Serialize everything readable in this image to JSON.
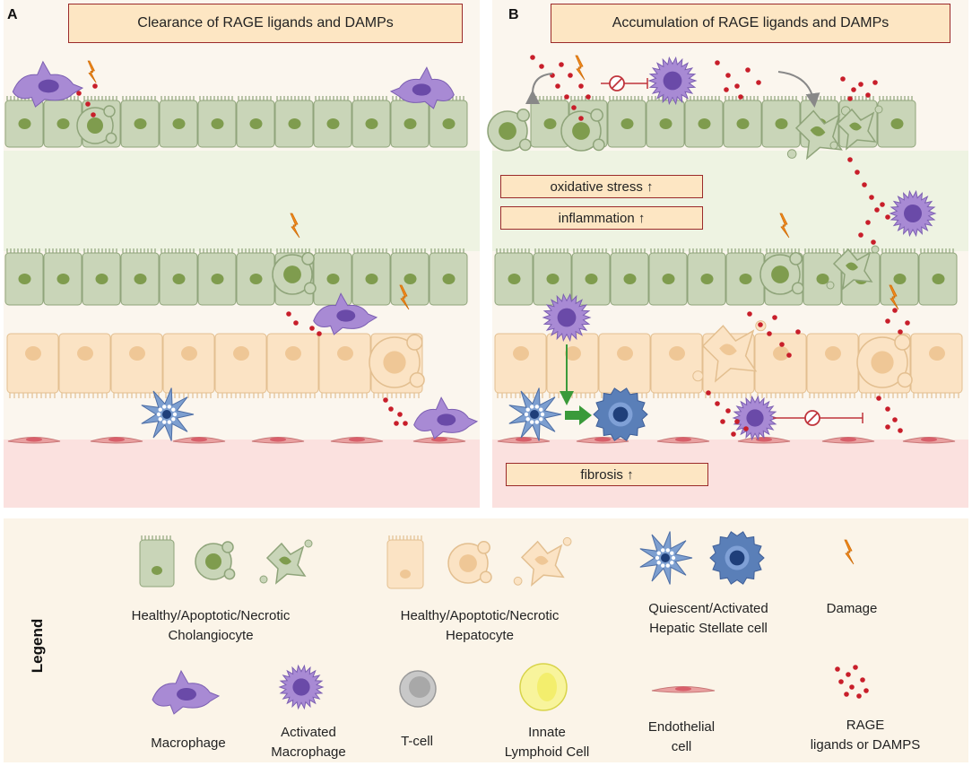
{
  "panel_a": {
    "letter": "A",
    "title": "Clearance of RAGE ligands and DAMPs"
  },
  "panel_b": {
    "letter": "B",
    "title": "Accumulation of RAGE ligands and DAMPs",
    "effects": {
      "oxidative_stress": "oxidative stress ↑",
      "inflammation": "inflammation ↑",
      "fibrosis": "fibrosis ↑"
    }
  },
  "legend": {
    "heading": "Legend",
    "items": {
      "cholangiocyte": {
        "line1": "Healthy/Apoptotic/Necrotic",
        "line2": "Cholangiocyte"
      },
      "hepatocyte": {
        "line1": "Healthy/Apoptotic/Necrotic",
        "line2": "Hepatocyte"
      },
      "stellate": {
        "line1": "Quiescent/Activated",
        "line2": "Hepatic Stellate cell"
      },
      "damage": {
        "line1": "Damage"
      },
      "macrophage": {
        "line1": "Macrophage"
      },
      "activated_macrophage": {
        "line1": "Activated",
        "line2": "Macrophage"
      },
      "t_cell": {
        "line1": "T-cell"
      },
      "ilc": {
        "line1": "Innate",
        "line2": "Lymphoid Cell"
      },
      "endothelial": {
        "line1": "Endothelial",
        "line2": "cell"
      },
      "rage": {
        "line1": "RAGE",
        "line2": "ligands or DAMPS"
      }
    }
  },
  "colors": {
    "cholangiocyte_fill": "#c9d5b8",
    "cholangiocyte_stroke": "#8fa47a",
    "cholangiocyte_nucleus": "#7f9c4e",
    "hepatocyte_fill": "#fbe3c4",
    "hepatocyte_stroke": "#e3bf90",
    "hepatocyte_nucleus": "#efc796",
    "macrophage": "#a88ad4",
    "macrophage_nucleus": "#6a4aa8",
    "stellate_quiescent": "#7d9fd0",
    "stellate_activated": "#5a7fb8",
    "stellate_nucleus": "#1f3f7a",
    "endothelial": "#e9a0a0",
    "endothelial_nucleus": "#d85f6a",
    "rage_dot": "#c81e2a",
    "damage": "#f28a1c",
    "title_box_fill": "#fde6c3",
    "title_box_border": "#9b2a2a",
    "bile_lumen": "#eef3e2",
    "blood_zone": "#fbe1df",
    "legend_background": "#fbf4e8",
    "t_cell": "#a8a8a8",
    "ilc": "#f3ee6d",
    "arrow_grey": "#888888",
    "arrow_green": "#3a9a3a",
    "inhibit": "#c0343c"
  }
}
